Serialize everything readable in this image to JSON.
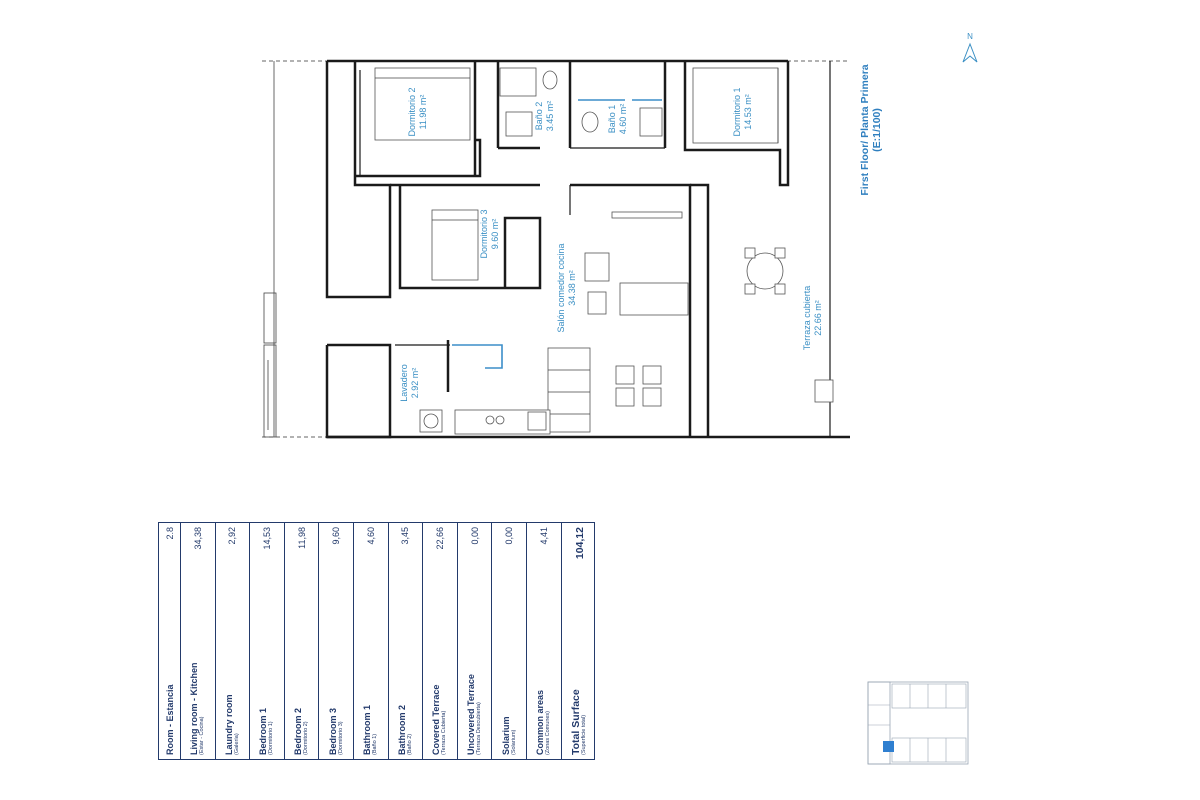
{
  "title": {
    "line1": "First Floor/ Planta Primera",
    "line2": "(E:1/100)"
  },
  "compass": {
    "label": "N"
  },
  "rooms": [
    {
      "id": "dormitorio-2",
      "name": "Dormitorio 2",
      "area": "11.98 m²"
    },
    {
      "id": "bano-2",
      "name": "Baño 2",
      "area": "3.45 m²"
    },
    {
      "id": "bano-1",
      "name": "Baño 1",
      "area": "4.60 m²"
    },
    {
      "id": "dormitorio-1",
      "name": "Dormitorio 1",
      "area": "14.53 m²"
    },
    {
      "id": "dormitorio-3",
      "name": "Dormitorio 3",
      "area": "9.60 m²"
    },
    {
      "id": "salon",
      "name": "Salón comedor cocina",
      "area": "34.38 m²"
    },
    {
      "id": "terraza",
      "name": "Terraza cubierta",
      "area": "22.66 m²"
    },
    {
      "id": "lavadero",
      "name": "Lavadero",
      "area": "2.92 m²"
    }
  ],
  "area_table": {
    "header": {
      "label": "Room - Estancia",
      "value": "2.8"
    },
    "rows": [
      {
        "name": "Living room - Kitchen",
        "sub": "(Estar - Cocina)",
        "value": "34,38"
      },
      {
        "name": "Laundry room",
        "sub": "(Galería)",
        "value": "2,92"
      },
      {
        "name": "Bedroom 1",
        "sub": "(Dormitorio 1)",
        "value": "14,53"
      },
      {
        "name": "Bedroom 2",
        "sub": "(Dormitorio 2)",
        "value": "11,98"
      },
      {
        "name": "Bedroom 3",
        "sub": "(Dormitorio 3)",
        "value": "9,60"
      },
      {
        "name": "Bathroom 1",
        "sub": "(Baño 1)",
        "value": "4,60"
      },
      {
        "name": "Bathroom 2",
        "sub": "(Baño 2)",
        "value": "3,45"
      },
      {
        "name": "Covered Terrace",
        "sub": "(Terraza Cubierta)",
        "value": "22,66"
      },
      {
        "name": "Uncovered Terrace",
        "sub": "(Terraza Descubierta)",
        "value": "0,00"
      },
      {
        "name": "Solarium",
        "sub": "(Solarium)",
        "value": "0,00"
      },
      {
        "name": "Common areas",
        "sub": "(Zonas Comunes)",
        "value": "4,41"
      }
    ],
    "total": {
      "name": "Total Surface",
      "sub": "(Superficie total)",
      "value": "104,12"
    }
  },
  "colors": {
    "label_blue": "#3a8fc4",
    "table_navy": "#233a6b",
    "highlight_unit": "#2f7fd0"
  }
}
